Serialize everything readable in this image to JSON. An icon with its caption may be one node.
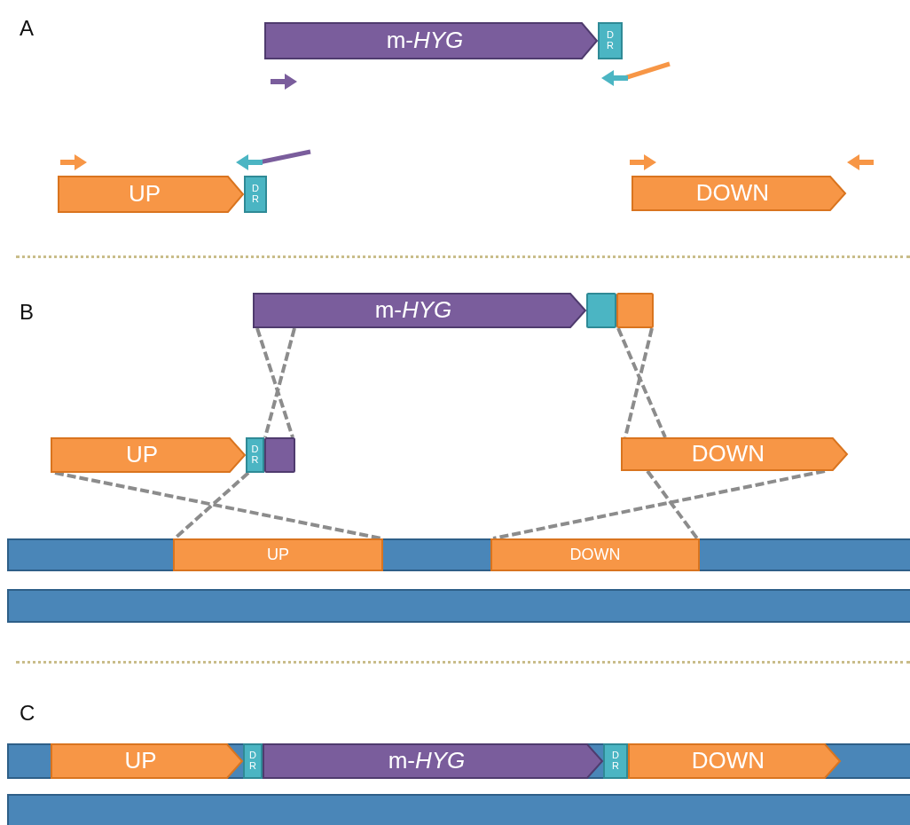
{
  "diagram": {
    "nodes": [
      {
        "text": [
          "m-*HYG*"
        ]
      },
      {
        "text": [
          "D R"
        ]
      },
      {
        "text": [
          "UP"
        ]
      },
      {
        "text": [
          "D R"
        ]
      },
      {
        "text": [
          "DOWN"
        ]
      },
      {
        "text": [
          "m-*HYG*"
        ]
      },
      {
        "text": [],
        "shape": "box"
      },
      {
        "text": [],
        "shape": "box"
      },
      {
        "text": [
          "UP"
        ]
      },
      {
        "text": [
          "D R"
        ]
      },
      {
        "text": [],
        "shape": "box"
      },
      {
        "text": [
          "DOWN"
        ]
      },
      {
        "text": [],
        "shape": "bar"
      },
      {
        "text": [
          "UP"
        ],
        "in": 12
      },
      {
        "text": [
          "DOWN"
        ],
        "in": 12
      },
      {
        "text": [],
        "shape": "bar"
      },
      {
        "text": [],
        "shape": "bar"
      },
      {
        "text": [
          "UP"
        ],
        "in": 16
      },
      {
        "text": [
          "D R"
        ],
        "in": 16
      },
      {
        "text": [
          "m-*HYG*"
        ],
        "in": 16
      },
      {
        "text": [
          "D R"
        ],
        "in": 16
      },
      {
        "text": [
          "DOWN"
        ],
        "in": 16
      },
      {
        "text": [],
        "shape": "bar"
      }
    ],
    "edges": [
      {
        "from": 5,
        "to": 10,
        "arrow": "none",
        "style": "dashed"
      },
      {
        "from": 5,
        "to": 10,
        "arrow": "none",
        "style": "dashed"
      },
      {
        "from": 7,
        "to": 11,
        "arrow": "none",
        "style": "dashed"
      },
      {
        "from": 7,
        "to": 11,
        "arrow": "none",
        "style": "dashed"
      },
      {
        "from": 8,
        "to": 13,
        "arrow": "none",
        "style": "dashed"
      },
      {
        "from": 9,
        "to": 13,
        "arrow": "none",
        "style": "dashed"
      },
      {
        "from": 11,
        "to": 14,
        "arrow": "none",
        "style": "dashed"
      },
      {
        "from": 11,
        "to": 14,
        "arrow": "none",
        "style": "dashed"
      }
    ],
    "labels": [
      "A",
      "B",
      "C"
    ]
  }
}
